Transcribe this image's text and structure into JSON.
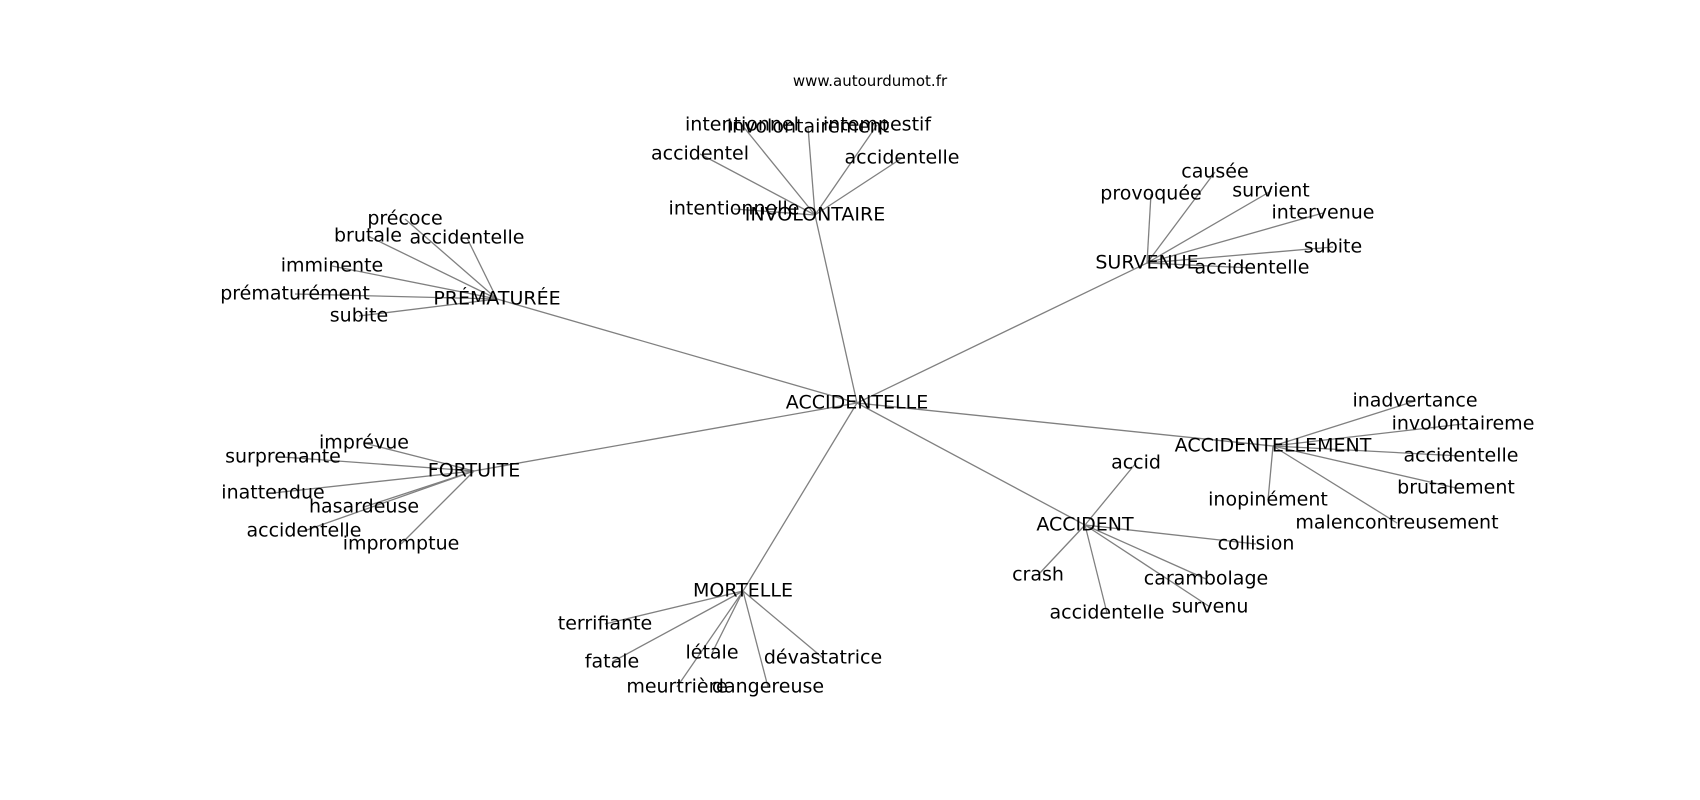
{
  "credit": "www.autourdumot.fr",
  "center": "ACCIDENTELLE",
  "clusters": [
    {
      "hub": "INVOLONTAIRE",
      "words": [
        "intentionnel",
        "involontairement",
        "intempestif",
        "accidentel",
        "accidentelle",
        "intentionnelle"
      ]
    },
    {
      "hub": "SURVENUE",
      "words": [
        "causée",
        "provoquée",
        "survient",
        "intervenue",
        "subite",
        "accidentelle"
      ]
    },
    {
      "hub": "PRÉMATURÉE",
      "words": [
        "précoce",
        "brutale",
        "accidentelle",
        "imminente",
        "prématurément",
        "subite"
      ]
    },
    {
      "hub": "ACCIDENTELLEMENT",
      "words": [
        "inadvertance",
        "involontaireme",
        "accidentelle",
        "brutalement",
        "malencontreusement",
        "inopinément"
      ]
    },
    {
      "hub": "FORTUITE",
      "words": [
        "imprévue",
        "surprenante",
        "inattendue",
        "hasardeuse",
        "accidentelle",
        "impromptue"
      ]
    },
    {
      "hub": "ACCIDENT",
      "words": [
        "accid",
        "collision",
        "carambolage",
        "survenu",
        "crash",
        "accidentelle"
      ]
    },
    {
      "hub": "MORTELLE",
      "words": [
        "terrifiante",
        "fatale",
        "létale",
        "dévastatrice",
        "meurtrière",
        "dangereuse"
      ]
    }
  ]
}
